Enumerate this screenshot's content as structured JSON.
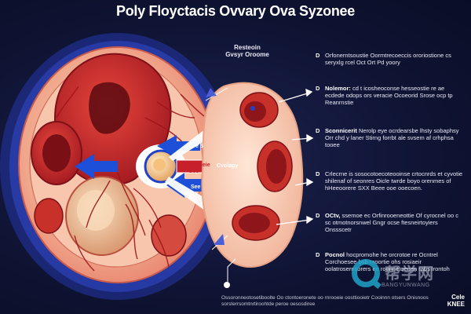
{
  "title": "Poly Floyctacis Ovvary Ova Syzonee",
  "inset_label": "Resteoin\nGvsyr Oroome",
  "arrow_labels": {
    "left_top": "Cve S",
    "left_mid": "Couoeie\nGve",
    "left_bottom": "See",
    "center": "Cvolagy"
  },
  "callouts": [
    {
      "bullet": "D",
      "text": "Orfonerntsoustie Oormtrecoeccis ororiostione cs seryxlg rcel Oct Ort Pd yoory"
    },
    {
      "bullet": "D",
      "head": "Nolemor:",
      "text": "cd t icosheoconse hesseostie re ae ecdede odops ors veracie Ocoeorid Srose ocp tp Reanrnstie"
    },
    {
      "bullet": "D",
      "head": "Sconnicerit",
      "text": "Nerolp eye ocrdearsbe lhsty sobaphsy Orr chd y laner Stirng forrbt ale svsem af crhphsa tooee"
    },
    {
      "bullet": "D",
      "text": "Crlecrne is sosocotoecoteooinse crtocnrds et cyvotie shilenaf of seonres Oicle twrde boyo orenmes of hHeeoorere SXX Beee ooe ooecoen."
    },
    {
      "bullet": "D",
      "head": "OCtv,",
      "text": "ssemoe ec Orfinrooeneottie Of cyrocnel oo c sc otmotnorsnwel Gngr ocse ftesneirtoyiers Onssscetr"
    },
    {
      "bullet": "D",
      "head": "Pocnol",
      "text": "hocpromohe he orcrotoe re Ocntrel Corchoesee bsb rnoortie ohs rosiaeir oolatrosernsorers ee roonnetoeuan rabs lrontoh"
    }
  ],
  "footer": "Ossoronneotosetiboolte Oo ctontoeronete oo rnrooeie oosttiooietr Cooinnn otsers Onisnoos sorsterrsomtnrtiroohtde peroe oesosdiree",
  "brand": "Cele\nKNEE",
  "watermark": {
    "big": "帮学网",
    "small": "BANGYUNWANG"
  },
  "colors": {
    "background": "#0d1130",
    "ovary_outer": "#f4b9a0",
    "ovary_inner": "#c8302a",
    "arrow_red": "#c8202a",
    "arrow_blue": "#1d4fd8",
    "follicle": "#f2c79e"
  }
}
